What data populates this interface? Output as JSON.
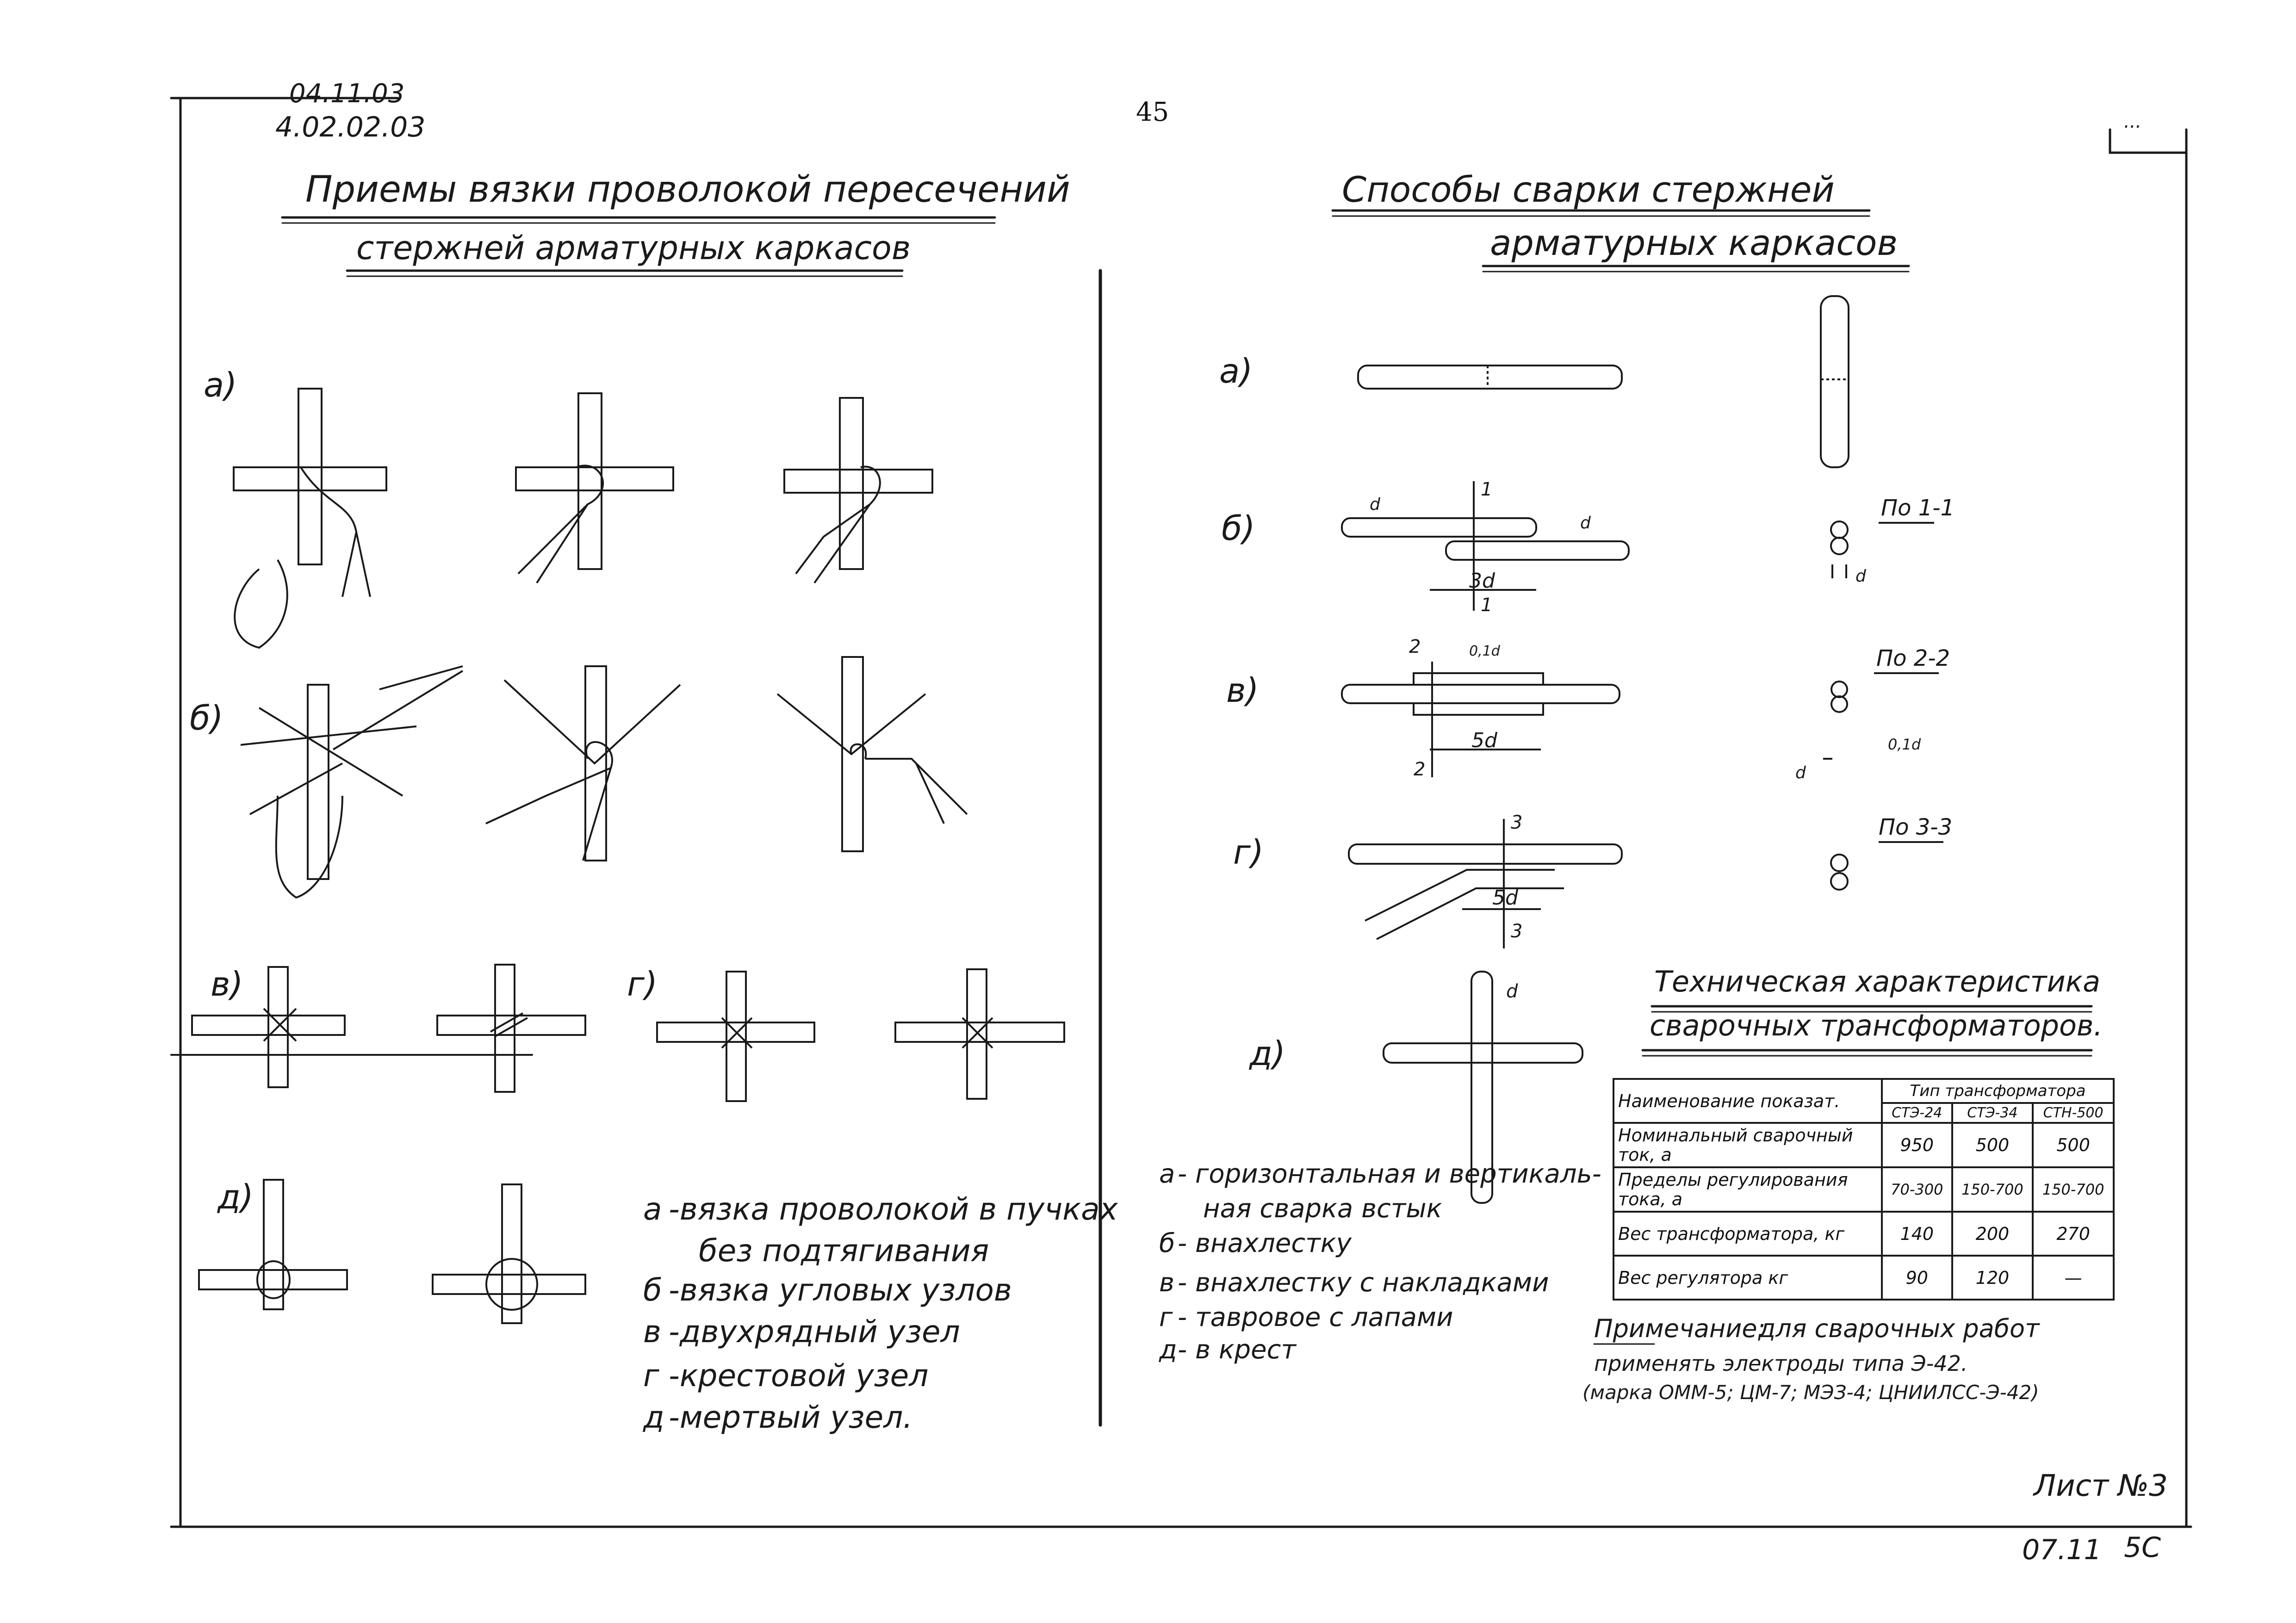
{
  "page_number": "45",
  "top_code": {
    "line1": "04.11.03",
    "line2": "4.02.02.03"
  },
  "corner_mark": "...",
  "left": {
    "title_line1": "Приемы вязки проволокой пересечений",
    "title_line2": "стержней арматурных каркасов",
    "labels": [
      "а)",
      "б)",
      "в)",
      "г)",
      "д)"
    ],
    "legend": [
      {
        "letter": "а",
        "text": "-вязка проволокой в пучках"
      },
      {
        "letter": "",
        "text": "без подтягивания"
      },
      {
        "letter": "б",
        "text": "-вязка угловых узлов"
      },
      {
        "letter": "в",
        "text": "-двухрядный узел"
      },
      {
        "letter": "г",
        "text": "-крестовой узел"
      },
      {
        "letter": "д",
        "text": "-мертвый узел."
      }
    ]
  },
  "right": {
    "title_line1": "Способы сварки стержней",
    "title_line2": "арматурных каркасов",
    "labels": [
      "а)",
      "б)",
      "в)",
      "г)",
      "д)"
    ],
    "section_labels": [
      "По 1-1",
      "По 2-2",
      "По 3-3"
    ],
    "dimension_labels": [
      "3d",
      "5d",
      "5d",
      "0,1d",
      "0,1d",
      "d",
      "d",
      "d",
      "d",
      "d",
      "1",
      "1",
      "2",
      "2",
      "3",
      "3"
    ],
    "legend": [
      {
        "letter": "а",
        "text": "- горизонтальная и вертикаль-"
      },
      {
        "letter": "",
        "text": "ная сварка встык"
      },
      {
        "letter": "б",
        "text": "- внахлестку"
      },
      {
        "letter": "в",
        "text": "- внахлестку с накладками"
      },
      {
        "letter": "г",
        "text": "- тавровое с лапами"
      },
      {
        "letter": "д",
        "text": "- в крест"
      }
    ],
    "table": {
      "title_line1": "Техническая характеристика",
      "title_line2": "сварочных трансформаторов.",
      "header_name": "Наименование показат.",
      "header_group": "Тип трансформатора",
      "columns": [
        "СТЭ-24",
        "СТЭ-34",
        "СТН-500"
      ],
      "rows": [
        {
          "name": "Номинальный сварочный ток, а",
          "values": [
            "950",
            "500",
            "500"
          ]
        },
        {
          "name": "Пределы регулирования тока, а",
          "values": [
            "70-300",
            "150-700",
            "150-700"
          ]
        },
        {
          "name": "Вес трансформатора, кг",
          "values": [
            "140",
            "200",
            "270"
          ]
        },
        {
          "name": "Вес регулятора кг",
          "values": [
            "90",
            "120",
            "—"
          ]
        }
      ]
    },
    "note_label": "Примечание:",
    "note_line1": "для сварочных работ",
    "note_line2": "применять электроды типа Э-42.",
    "note_line3": "(марка ОММ-5; ЦМ-7; МЭЗ-4; ЦНИИЛСС-Э-42)"
  },
  "sheet": {
    "label": "Лист №3",
    "code": "07.11",
    "extra": "5С"
  }
}
